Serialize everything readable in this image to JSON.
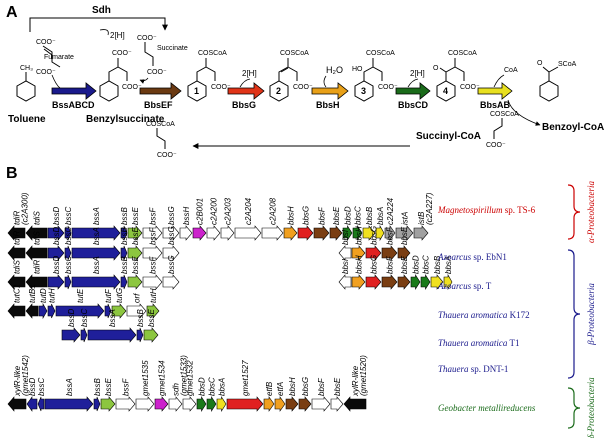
{
  "panel_a": {
    "label": "A",
    "sdh_label": "Sdh",
    "sdh_h": "2[H]",
    "fumarate": "Fumarate",
    "succinate": "Succinate",
    "coo": "COO⁻",
    "coscoa": "COSCoA",
    "scoa": "SCoA",
    "coa": "CoA",
    "ch3": "CH₃",
    "ho": "HO",
    "h2o": "H₂O",
    "h2": "2[H]",
    "toluene": "Toluene",
    "benzylsuccinate": "Benzylsuccinate",
    "benzoyl_coa": "Benzoyl-CoA",
    "succinyl_coa": "Succinyl-CoA",
    "steps": [
      "1",
      "2",
      "3",
      "4"
    ],
    "enzymes": {
      "bssabcd": "BssABCD",
      "bbsef": "BbsEF",
      "bbsg": "BbsG",
      "bbsh": "BbsH",
      "bbscd": "BbsCD",
      "bbsab": "BbsAB"
    },
    "enzyme_colors": {
      "bssabcd": "#1a1a8c",
      "bbsef": "#6b3a12",
      "bbsg": "#e03418",
      "bbsh": "#e8a018",
      "bbscd": "#1a6b1a",
      "bbsab": "#e8e020"
    }
  },
  "panel_b": {
    "label": "B",
    "organisms": [
      {
        "genus": "Magnetospirillum",
        "rest": " sp. TS-6",
        "color": "#cc0000"
      },
      {
        "genus": "Azoarcus",
        "rest": " sp. EbN1",
        "color": "#1a1a8c"
      },
      {
        "genus": "Azoarcus",
        "rest": " sp. T",
        "color": "#1a1a8c"
      },
      {
        "genus": "Thauera  aromatica",
        "rest": " K172",
        "color": "#1a1a8c"
      },
      {
        "genus": "Thauera aromatica",
        "rest": " T1",
        "color": "#1a1a8c"
      },
      {
        "genus": "Thauera",
        "rest": " sp. DNT-1",
        "color": "#1a1a8c"
      },
      {
        "genus": "Geobacter metallireducens",
        "rest": "",
        "color": "#1a6b1a"
      }
    ],
    "classes": [
      {
        "greek": "α",
        "name": "-Proteobacteria",
        "color": "#cc0000"
      },
      {
        "greek": "β",
        "name": "-Proteobacteria",
        "color": "#1a1a8c"
      },
      {
        "greek": "δ",
        "name": "-Proteobacteria",
        "color": "#1a6b1a"
      }
    ],
    "tracks": [
      [
        {
          "n": "tdiR",
          "s": "(c2A300)",
          "c": "black",
          "d": -1,
          "w": 17
        },
        {
          "n": "tdiS",
          "c": "black",
          "d": -1,
          "w": 21
        },
        {
          "n": "bssD",
          "c": "navy",
          "d": 1,
          "w": 16
        },
        {
          "n": "bssC",
          "c": "navy",
          "d": 1,
          "w": 6
        },
        {
          "n": "bssA",
          "c": "navy",
          "d": 1,
          "w": 48
        },
        {
          "n": "bssB",
          "c": "navy",
          "d": 1,
          "w": 6
        },
        {
          "n": "bssE",
          "c": "lime",
          "d": 1,
          "w": 14
        },
        {
          "n": "bssF",
          "c": "white",
          "d": 1,
          "w": 19
        },
        {
          "n": "bssG",
          "c": "white",
          "d": 1,
          "w": 16
        },
        {
          "n": "bssH",
          "c": "white",
          "d": 1,
          "w": 12
        },
        {
          "n": "c2B001",
          "c": "magenta",
          "d": 1,
          "w": 13
        },
        {
          "n": "c2A200",
          "c": "white",
          "d": 1,
          "w": 13
        },
        {
          "n": "c2A203",
          "c": "white",
          "d": 1,
          "w": 13
        },
        {
          "n": "c2A204",
          "c": "white",
          "d": 1,
          "w": 26
        },
        {
          "n": "c2A208",
          "c": "white",
          "d": 1,
          "w": 21
        },
        {
          "n": "bbsH",
          "c": "orange",
          "d": 1,
          "w": 13
        },
        {
          "n": "bbsG",
          "c": "red",
          "d": 1,
          "w": 15
        },
        {
          "n": "bbsF",
          "c": "brown",
          "d": 1,
          "w": 15
        },
        {
          "n": "bbsE",
          "c": "brown",
          "d": 1,
          "w": 12
        },
        {
          "n": "bbsD",
          "c": "green",
          "d": 1,
          "w": 9
        },
        {
          "n": "bbsC",
          "c": "green",
          "d": 1,
          "w": 9
        },
        {
          "n": "bbsB",
          "c": "yellow",
          "d": 1,
          "w": 12
        },
        {
          "n": "bbsA",
          "c": "yellow",
          "d": 1,
          "w": 8
        },
        {
          "n": "c2A224",
          "c": "gray",
          "d": 1,
          "w": 10
        },
        {
          "n": "istA",
          "c": "gray",
          "d": 1,
          "w": 17
        },
        {
          "n": "istB",
          "s": "(c2A227)",
          "c": "gray",
          "d": 1,
          "w": 14
        }
      ],
      [
        {
          "n": "tdiR",
          "c": "black",
          "d": -1,
          "w": 17
        },
        {
          "n": "tdiS",
          "c": "black",
          "d": -1,
          "w": 21
        },
        {
          "n": "bssD",
          "c": "navy",
          "d": 1,
          "w": 16
        },
        {
          "n": "bssC",
          "c": "navy",
          "d": 1,
          "w": 6
        },
        {
          "n": "bssA",
          "c": "navy",
          "d": 1,
          "w": 48
        },
        {
          "n": "bssB",
          "c": "navy",
          "d": 1,
          "w": 6
        },
        {
          "n": "bssE",
          "c": "lime",
          "d": 1,
          "w": 14
        },
        {
          "n": "bssF",
          "c": "white",
          "d": 1,
          "w": 19
        },
        {
          "n": "bssG",
          "c": "white",
          "d": 1,
          "w": 16
        },
        {
          "gap": 159
        },
        {
          "n": "bbsI",
          "c": "white",
          "d": -1,
          "w": 12
        },
        {
          "n": "bbsH",
          "c": "orange",
          "d": 1,
          "w": 13
        },
        {
          "n": "bbsG",
          "c": "red",
          "d": 1,
          "w": 15
        },
        {
          "n": "bbsF",
          "c": "brown",
          "d": 1,
          "w": 15
        },
        {
          "n": "bbsE",
          "c": "brown",
          "d": 1,
          "w": 12
        }
      ],
      [
        {
          "n": "tdiS",
          "c": "black",
          "d": -1,
          "w": 17
        },
        {
          "n": "tdiR",
          "c": "black",
          "d": -1,
          "w": 21
        },
        {
          "n": "bssD",
          "c": "navy",
          "d": 1,
          "w": 16
        },
        {
          "n": "bssC",
          "c": "navy",
          "d": 1,
          "w": 6
        },
        {
          "n": "bssA",
          "c": "navy",
          "d": 1,
          "w": 48
        },
        {
          "n": "bssB",
          "c": "navy",
          "d": 1,
          "w": 6
        },
        {
          "n": "bssE",
          "c": "lime",
          "d": 1,
          "w": 14
        },
        {
          "n": "bssF",
          "c": "white",
          "d": 1,
          "w": 19
        },
        {
          "n": "bssG",
          "c": "white",
          "d": 1,
          "w": 16
        },
        {
          "gap": 159
        },
        {
          "n": "bbsI",
          "c": "white",
          "d": -1,
          "w": 12
        },
        {
          "n": "bbsH",
          "c": "orange",
          "d": 1,
          "w": 13
        },
        {
          "n": "bbsG",
          "c": "red",
          "d": 1,
          "w": 15
        },
        {
          "n": "bbsF",
          "c": "brown",
          "d": 1,
          "w": 15
        },
        {
          "n": "bbsE",
          "c": "brown",
          "d": 1,
          "w": 12
        },
        {
          "n": "bbsD",
          "c": "green",
          "d": 1,
          "w": 9
        },
        {
          "n": "bbsC",
          "c": "green",
          "d": 1,
          "w": 9
        },
        {
          "n": "bbsB",
          "c": "yellow",
          "d": 1,
          "w": 12
        },
        {
          "n": "bbsA",
          "c": "yellow",
          "d": 1,
          "w": 8
        }
      ],
      [
        {
          "n": "tutC1",
          "c": "black",
          "d": -1,
          "w": 17
        },
        {
          "n": "tutB1",
          "c": "black",
          "d": -1,
          "w": 12
        },
        {
          "n": "tutD",
          "c": "navy",
          "d": 1,
          "w": 8
        },
        {
          "n": "tutH",
          "c": "navy",
          "d": 1,
          "w": 7
        },
        {
          "n": "tutE",
          "c": "navy",
          "d": 1,
          "w": 48
        },
        {
          "n": "tutF",
          "c": "navy",
          "d": 1,
          "w": 6
        },
        {
          "n": "tutG",
          "c": "lime",
          "d": 1,
          "w": 14
        },
        {
          "n": "orf",
          "c": "white",
          "d": 1,
          "w": 19
        },
        {
          "n": "tutH",
          "c": "lime",
          "d": 1,
          "w": 12
        }
      ],
      [
        {
          "n": "bssD",
          "c": "navy",
          "d": 1,
          "w": 18
        },
        {
          "n": "bssC",
          "c": "navy",
          "d": 1,
          "w": 6
        },
        {
          "n": "bssA",
          "c": "navy",
          "d": 1,
          "w": 48
        },
        {
          "n": "bssB",
          "c": "navy",
          "d": 1,
          "w": 6
        },
        {
          "n": "bssE",
          "c": "lime",
          "d": 1,
          "w": 14
        }
      ],
      [
        {
          "n": "xylR-like",
          "s": "(gmet1542)",
          "c": "black",
          "d": -1,
          "w": 18
        },
        {
          "n": "bssD",
          "c": "navy",
          "d": -1,
          "w": 10
        },
        {
          "n": "bssC",
          "c": "navy",
          "d": -1,
          "w": 6
        },
        {
          "n": "bssA",
          "c": "navy",
          "d": 1,
          "w": 48
        },
        {
          "n": "bssB",
          "c": "navy",
          "d": 1,
          "w": 6
        },
        {
          "n": "bssE",
          "c": "lime",
          "d": 1,
          "w": 14
        },
        {
          "n": "bssF",
          "c": "white",
          "d": 1,
          "w": 19
        },
        {
          "n": "gmet1535",
          "c": "white",
          "d": 1,
          "w": 18
        },
        {
          "n": "gmet1534",
          "c": "magenta",
          "d": 1,
          "w": 13
        },
        {
          "n": "sdh",
          "s": "(gmet1533)",
          "c": "white",
          "d": 1,
          "w": 13
        },
        {
          "n": "gmet1532",
          "c": "white",
          "d": 1,
          "w": 13
        },
        {
          "n": "bbsD",
          "c": "green",
          "d": 1,
          "w": 9
        },
        {
          "n": "bbsC",
          "c": "green",
          "d": 1,
          "w": 9
        },
        {
          "n": "bbsA",
          "c": "yellow",
          "d": 1,
          "w": 9
        },
        {
          "n": "gmet1527",
          "c": "red",
          "d": 1,
          "w": 36
        },
        {
          "n": "etfB",
          "c": "orange",
          "d": 1,
          "w": 10
        },
        {
          "n": "etfA",
          "c": "orange",
          "d": 1,
          "w": 10
        },
        {
          "n": "bbsH",
          "c": "brown",
          "d": 1,
          "w": 12
        },
        {
          "n": "bbsG",
          "c": "brown",
          "d": 1,
          "w": 12
        },
        {
          "n": "bbsF",
          "c": "white",
          "d": 1,
          "w": 18
        },
        {
          "n": "bbsE",
          "c": "white",
          "d": 1,
          "w": 12
        },
        {
          "n": "xylR-like",
          "s": "(gmet1520)",
          "c": "black",
          "d": -1,
          "w": 22
        }
      ]
    ],
    "gene_colors": {
      "black": "#0a0a0a",
      "navy": "#1f1f9a",
      "lime": "#8cc63f",
      "white": "#ffffff",
      "magenta": "#cc22cc",
      "orange": "#f0a020",
      "red": "#e02020",
      "brown": "#7a3e12",
      "green": "#1a7a1a",
      "yellow": "#f0e020",
      "gray": "#a0a0a0"
    }
  }
}
